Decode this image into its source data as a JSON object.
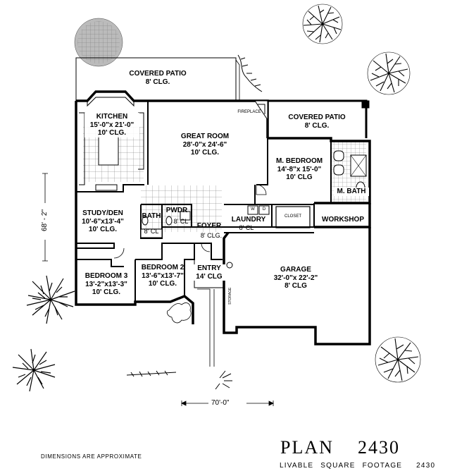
{
  "rooms": {
    "covered_patio_rear": {
      "name": "COVERED PATIO",
      "ceiling": "8' CLG."
    },
    "kitchen": {
      "name": "KITCHEN",
      "size": "15'-0\"x 21'-0\"",
      "ceiling": "10' CLG."
    },
    "great_room": {
      "name": "GREAT ROOM",
      "size": "28'-0\"x 24'-6\"",
      "ceiling": "10' CLG."
    },
    "covered_patio_side": {
      "name": "COVERED PATIO",
      "ceiling": "8' CLG."
    },
    "master_bedroom": {
      "name": "M. BEDROOM",
      "size": "14'-8\"x 15'-0\"",
      "ceiling": "10' CLG"
    },
    "master_bath": {
      "name": "M. BATH"
    },
    "study": {
      "name": "STUDY/DEN",
      "size": "10'-6\"x13'-4\"",
      "ceiling": "10' CLG."
    },
    "bath": {
      "name": "BATH",
      "ceiling": "8' CL"
    },
    "powder": {
      "name": "PWDR",
      "ceiling": "8' CL"
    },
    "foyer": {
      "name": "FOYER",
      "ceiling": "8' CLG."
    },
    "laundry": {
      "name": "LAUNDRY",
      "ceiling": "8' CL"
    },
    "workshop": {
      "name": "WORKSHOP"
    },
    "closet": {
      "name": "CLOSET"
    },
    "bedroom3": {
      "name": "BEDROOM 3",
      "size": "13'-2\"x13'-3\"",
      "ceiling": "10' CLG."
    },
    "bedroom2": {
      "name": "BEDROOM 2",
      "size": "13'-6\"x13'-7\"",
      "ceiling": "10' CLG."
    },
    "entry": {
      "name": "ENTRY",
      "ceiling": "14' CLG"
    },
    "garage": {
      "name": "GARAGE",
      "size": "32'-0\"x 22'-2\"",
      "ceiling": "8' CLG"
    }
  },
  "fixtures": {
    "fireplace": "FIREPLACE",
    "storage": "STORAGE",
    "washer": "W",
    "dryer": "D"
  },
  "dimensions": {
    "width": "70'-0\"",
    "depth": "68' - 2\""
  },
  "footer": {
    "note": "DIMENSIONS ARE APPROXIMATE",
    "plan_label": "PLAN",
    "plan_number": "2430",
    "livable_label": "LIVABLE SQUARE FOOTAGE",
    "livable_value": "2430"
  }
}
